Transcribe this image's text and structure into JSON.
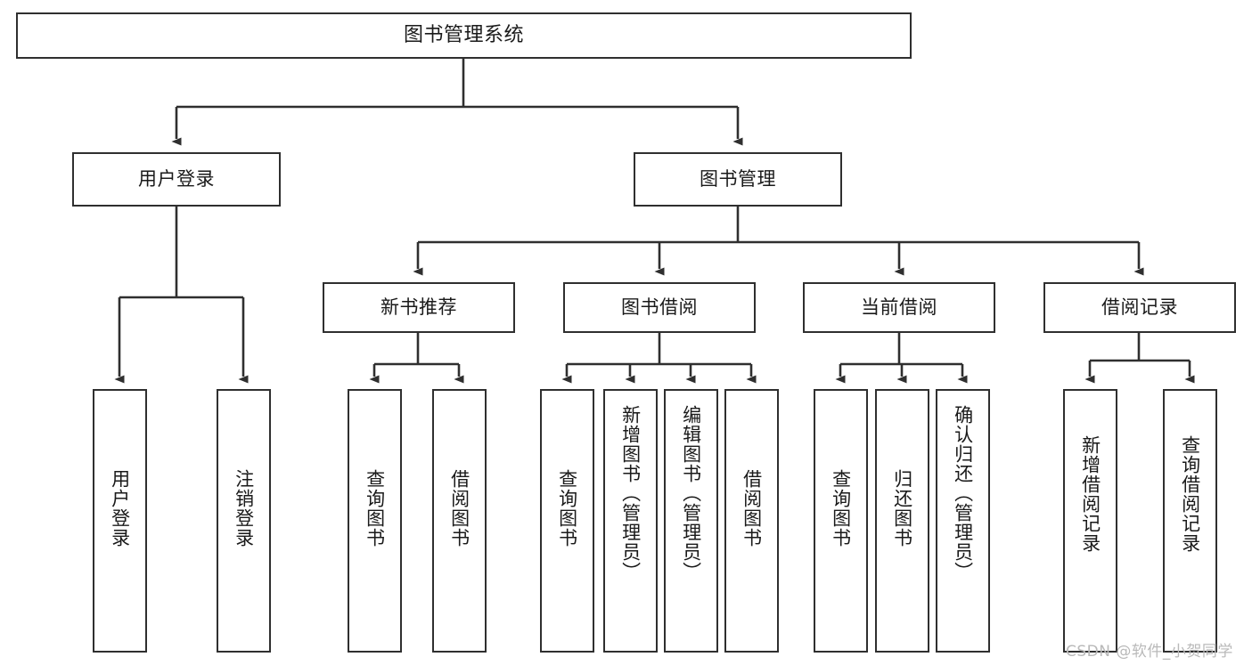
{
  "diagram": {
    "title": "图书管理系统",
    "type": "tree-hierarchy-diagram",
    "root": {
      "label": "图书管理系统"
    },
    "level2": [
      {
        "label": "用户登录"
      },
      {
        "label": "图书管理"
      }
    ],
    "level3": [
      {
        "label": "新书推荐"
      },
      {
        "label": "图书借阅"
      },
      {
        "label": "当前借阅"
      },
      {
        "label": "借阅记录"
      }
    ],
    "leaves": {
      "user_login": [
        {
          "label": "用户登录"
        },
        {
          "label": "注销登录"
        }
      ],
      "new_book_recommend": [
        {
          "label": "查询图书"
        },
        {
          "label": "借阅图书"
        }
      ],
      "book_borrow": [
        {
          "label": "查询图书"
        },
        {
          "label": "新增图书（管理员）"
        },
        {
          "label": "编辑图书（管理员）"
        },
        {
          "label": "借阅图书"
        }
      ],
      "current_borrow": [
        {
          "label": "查询图书"
        },
        {
          "label": "归还图书"
        },
        {
          "label": "确认归还（管理员）"
        }
      ],
      "borrow_record": [
        {
          "label": "新增借阅记录"
        },
        {
          "label": "查询借阅记录"
        }
      ]
    }
  },
  "watermark": {
    "text": "CSDN @软件_小贺同学"
  },
  "colors": {
    "stroke": "#2f2f2f",
    "fill": "#ffffff",
    "text": "#1a1a1a",
    "watermark": "#b9b9b9"
  }
}
